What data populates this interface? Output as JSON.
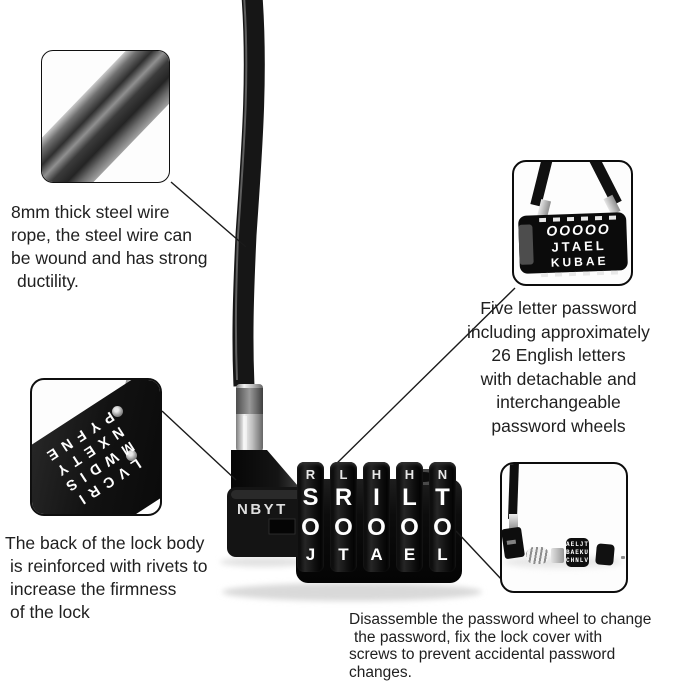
{
  "product": {
    "brand": "NBYT",
    "wheel_rows": [
      "RLHHN",
      "SRILT",
      "OOOOO",
      "JTAEL"
    ]
  },
  "annotations": {
    "wire": {
      "lines": [
        "8mm thick steel wire",
        "rope, the steel wire can",
        "be wound and has strong",
        "ductility."
      ]
    },
    "password": {
      "lines": [
        "Five letter password",
        "including approximately",
        "26 English letters",
        "with detachable and",
        "interchangeable",
        "password wheels"
      ]
    },
    "back": {
      "lines": [
        "The back of the lock body",
        "is reinforced with rivets to",
        "increase the firmness",
        "of the lock"
      ]
    },
    "disassemble": {
      "lines": [
        "Disassemble the password wheel to change",
        "the password, fix the lock cover with",
        "screws to prevent accidental password",
        "changes."
      ]
    }
  },
  "insets": {
    "five_letter": {
      "wheel_rows": [
        "OOOOO",
        "JTAEL",
        "KUBAE"
      ]
    },
    "back_view": {
      "wheel_rows": [
        "PYFNE",
        "NXETY",
        "MWDIS",
        "LVCRI"
      ]
    },
    "disassemble": {
      "wheel_rows": [
        "AELJT",
        "BAEKU",
        "CHNLV"
      ]
    }
  },
  "colors": {
    "text": "#202020",
    "callout_line": "#1a1a1a",
    "lock_body": "#0e0e0e",
    "wheel_letter": "#ffffff"
  }
}
